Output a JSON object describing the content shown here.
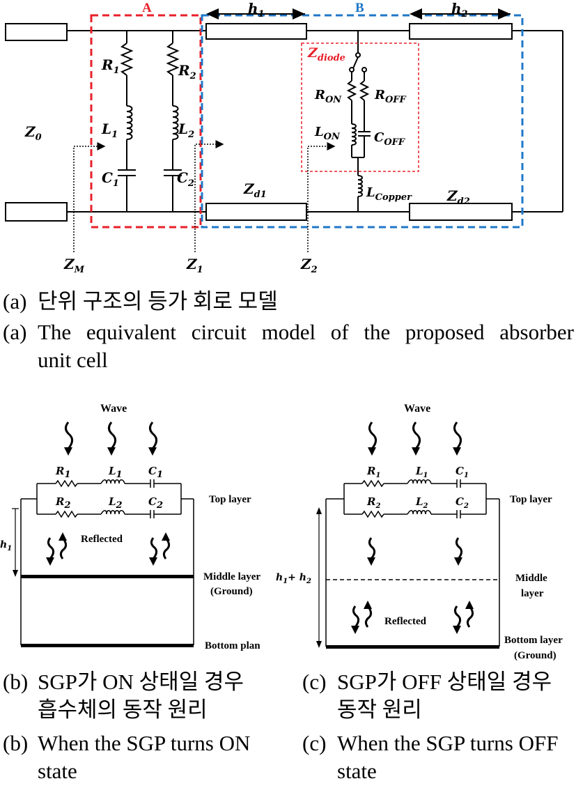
{
  "figure_a": {
    "block_a_label": "A",
    "block_b_label": "B",
    "h1": "h",
    "h1_sub": "1",
    "h2": "h",
    "h2_sub": "2",
    "z0": "Z",
    "z0_sub": "0",
    "zm": "Z",
    "zm_sub": "M",
    "z1": "Z",
    "z1_sub": "1",
    "z2": "Z",
    "z2_sub": "2",
    "r1": "R",
    "r1_sub": "1",
    "r2": "R",
    "r2_sub": "2",
    "l1": "L",
    "l1_sub": "1",
    "l2": "L",
    "l2_sub": "2",
    "c1": "C",
    "c1_sub": "1",
    "c2": "C",
    "c2_sub": "2",
    "zdiode": "Z",
    "zdiode_sub": "diode",
    "ron": "R",
    "ron_sub": "ON",
    "roff": "R",
    "roff_sub": "OFF",
    "lon": "L",
    "lon_sub": "ON",
    "coff": "C",
    "coff_sub": "OFF",
    "lcopper": "L",
    "lcopper_sub": "Copper",
    "zd1": "Z",
    "zd1_sub": "d1",
    "zd2": "Z",
    "zd2_sub": "d2"
  },
  "figure_b": {
    "wave": "Wave",
    "reflected": "Reflected",
    "top_layer": "Top layer",
    "middle_layer_line1": "Middle layer",
    "middle_layer_line2": "(Ground)",
    "bottom_plane": "Bottom plan",
    "h1": "h",
    "h1_sub": "1",
    "r1": "R",
    "r1_sub": "1",
    "l1": "L",
    "l1_sub": "1",
    "c1": "C",
    "c1_sub": "1",
    "r2": "R",
    "r2_sub": "2",
    "l2": "L",
    "l2_sub": "2",
    "c2": "C",
    "c2_sub": "2"
  },
  "figure_c": {
    "wave": "Wave",
    "reflected": "Reflected",
    "top_layer": "Top layer",
    "middle_layer_line1": "Middle",
    "middle_layer_line2": "layer",
    "bottom_layer_line1": "Bottom layer",
    "bottom_layer_line2": "(Ground)",
    "h12_a": "h",
    "h12_a_sub": "1",
    "h12_plus": "+ ",
    "h12_b": "h",
    "h12_b_sub": "2",
    "r1": "R",
    "r1_sub": "1",
    "l1": "L",
    "l1_sub": "1",
    "c1": "C",
    "c1_sub": "1",
    "r2": "R",
    "r2_sub": "2",
    "l2": "L",
    "l2_sub": "2",
    "c2": "C",
    "c2_sub": "2"
  },
  "captions": {
    "a_label": "(a)",
    "a_korean": "단위 구조의 등가 회로 모델",
    "a2_label": "(a)",
    "a_english_line1": "The equivalent circuit model of the proposed absorber",
    "a_english_line2": "unit cell",
    "b_label": "(b)",
    "b_korean_line1": "SGP가 ON 상태일 경우",
    "b_korean_line2": "흡수체의 동작 원리",
    "b2_label": "(b)",
    "b_english_line1": "When the SGP turns ON",
    "b_english_line2": "state",
    "c_label": "(c)",
    "c_korean_line1": "SGP가 OFF 상태일 경우",
    "c_korean_line2": "동작 원리",
    "c2_label": "(c)",
    "c_english_line1": "When the SGP turns OFF",
    "c_english_line2": "state"
  },
  "colors": {
    "block_a": "#e8202a",
    "block_b": "#1f77c8",
    "zdiode": "#e8202a"
  }
}
